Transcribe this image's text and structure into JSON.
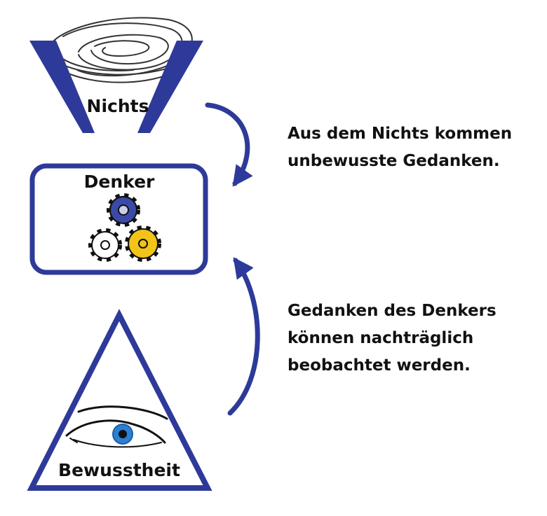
{
  "nodes": {
    "nothing": {
      "label": "Nichts"
    },
    "thinker": {
      "label": "Denker"
    },
    "awareness": {
      "label": "Bewusstheit"
    }
  },
  "captions": {
    "top": [
      "Aus dem Nichts kommen",
      "unbewusste Gedanken."
    ],
    "bottom": [
      "Gedanken des Denkers",
      "können nachträglich",
      "beobachtet werden."
    ]
  },
  "colors": {
    "outline": "#2e3a99",
    "gear_blue": "#3b4aa8",
    "gear_yellow": "#f2c318",
    "gear_white": "#ffffff",
    "iris": "#2c7fd1"
  },
  "icons": {
    "nothing": "swirl-icon",
    "thinker": "gears-icon",
    "awareness": "eye-icon"
  }
}
